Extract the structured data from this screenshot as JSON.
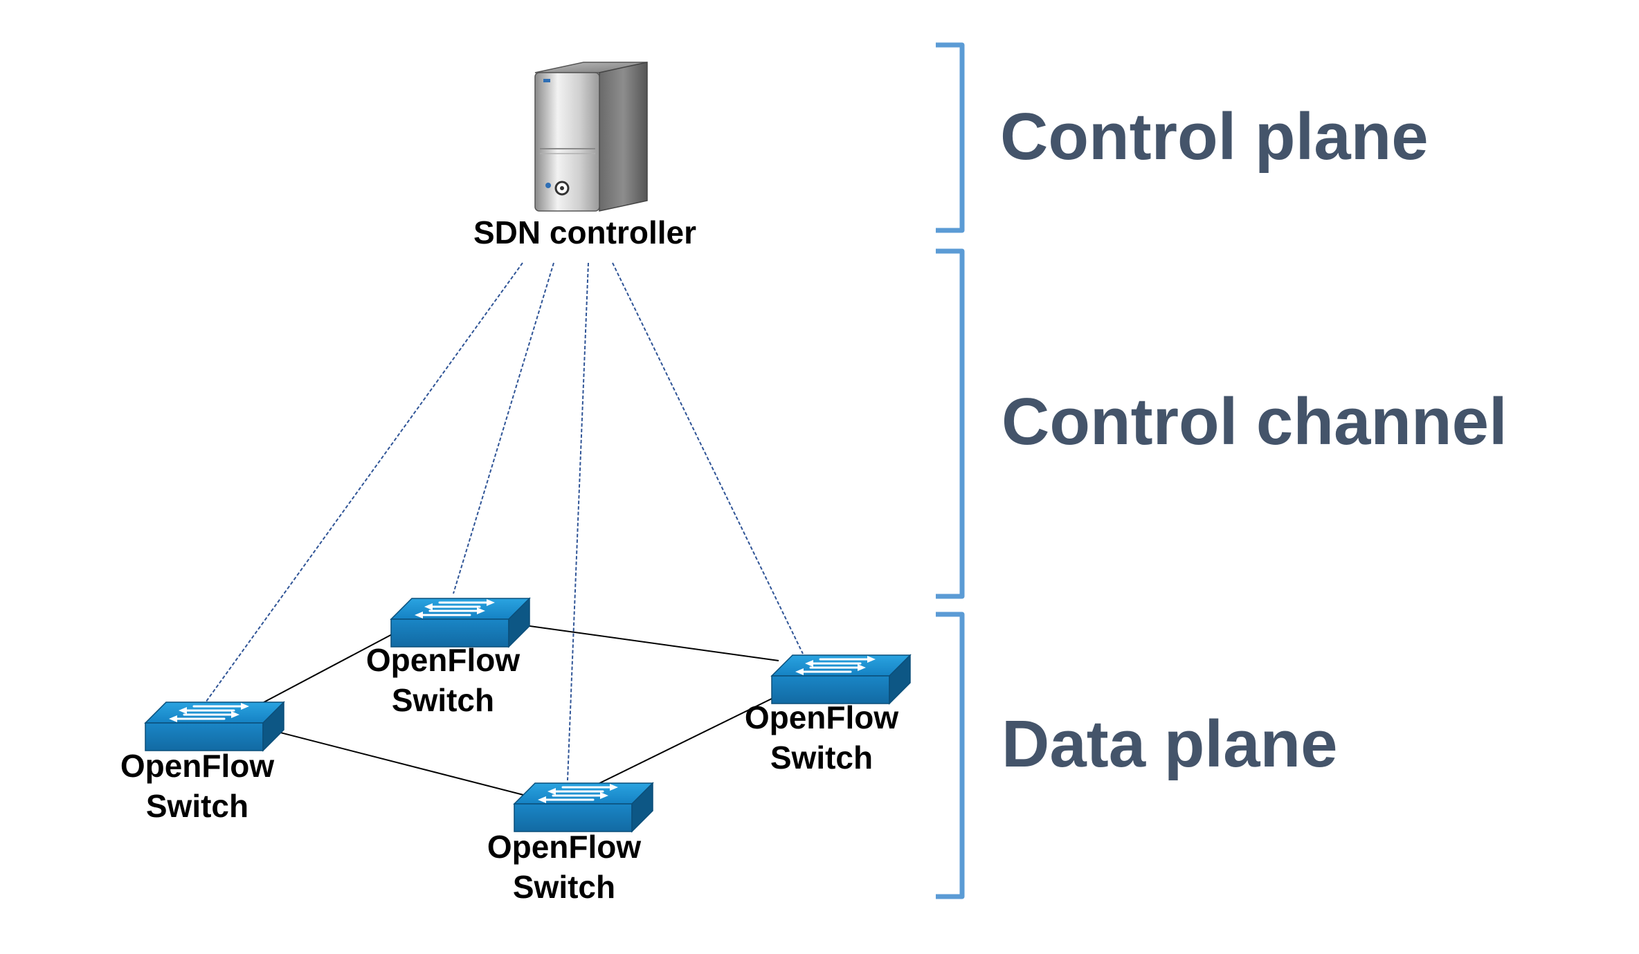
{
  "controller": {
    "label": "SDN controller",
    "icon": "server-icon"
  },
  "switches": [
    {
      "line1": "OpenFlow",
      "line2": "Switch",
      "icon": "switch-icon"
    },
    {
      "line1": "OpenFlow",
      "line2": "Switch",
      "icon": "switch-icon"
    },
    {
      "line1": "OpenFlow",
      "line2": "Switch",
      "icon": "switch-icon"
    },
    {
      "line1": "OpenFlow",
      "line2": "Switch",
      "icon": "switch-icon"
    }
  ],
  "planes": [
    {
      "label": "Control plane"
    },
    {
      "label": "Control channel"
    },
    {
      "label": "Data plane"
    }
  ],
  "colors": {
    "plane_text": "#44546a",
    "bracket": "#5b9bd5",
    "switch_top": "#1b8fd0",
    "switch_front": "#1878b8",
    "switch_side": "#0d5785",
    "control_link": "#2f5496",
    "data_link": "#000000"
  }
}
